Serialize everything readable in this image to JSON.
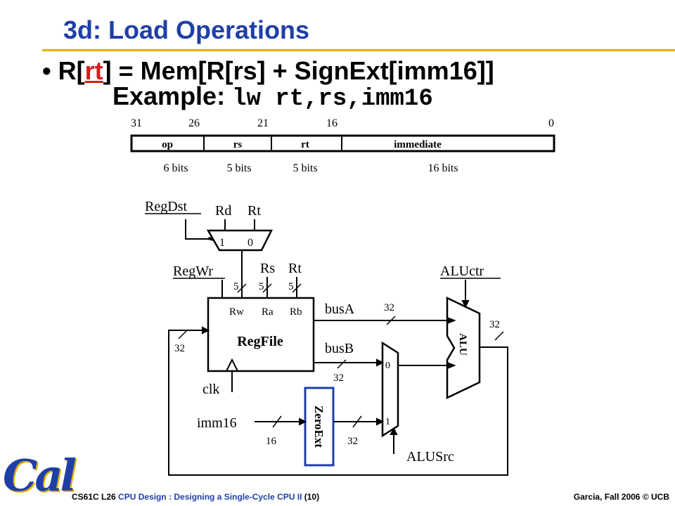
{
  "slide": {
    "title": "3d: Load Operations",
    "equation_prefix": "R[",
    "equation_rt": "rt",
    "equation_rest": "] = Mem[R[rs] + SignExt[imm16]]",
    "example_label": "Example: ",
    "example_code": "lw rt,rs,imm16",
    "footer_course": "CS61C L26 ",
    "footer_topic": "CPU Design : Designing a Single-Cycle CPU II",
    "footer_page": " (10)",
    "footer_credit": "Garcia, Fall 2006 © UCB",
    "logo_text": "Cal"
  },
  "format": {
    "bit_positions": [
      "31",
      "26",
      "21",
      "16",
      "0"
    ],
    "fields": [
      "op",
      "rs",
      "rt",
      "immediate"
    ],
    "widths": [
      "6 bits",
      "5 bits",
      "5 bits",
      "16 bits"
    ]
  },
  "datapath": {
    "regdst": "RegDst",
    "rd": "Rd",
    "rt_top": "Rt",
    "mux_in1": "1",
    "mux_in0": "0",
    "regwr": "RegWr",
    "rs": "Rs",
    "rt": "Rt",
    "w5": "5",
    "rw": "Rw",
    "ra": "Ra",
    "rb": "Rb",
    "regfile": "RegFile",
    "clk": "clk",
    "busa": "busA",
    "busb": "busB",
    "w32": "32",
    "w16": "16",
    "imm16": "imm16",
    "zeroext": "ZeroExt",
    "alu": "ALU",
    "aluctr": "ALUctr",
    "alusrc": "ALUSrc",
    "mux0": "0",
    "mux1": "1"
  },
  "colors": {
    "title": "#1f3fa8",
    "rule": "#e2b100",
    "highlight": "#d81b1b",
    "zeroext_border": "#1f3fa8"
  }
}
